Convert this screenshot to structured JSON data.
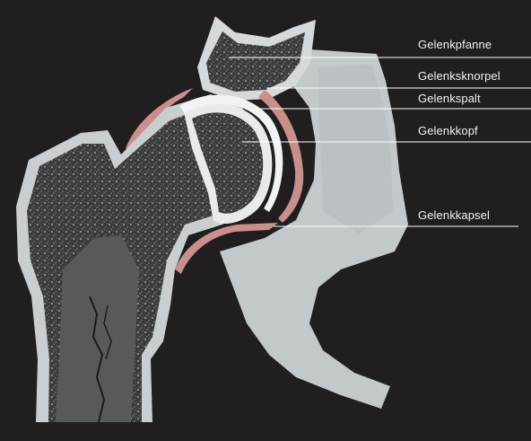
{
  "labels": {
    "pfanne": "Gelenkpfanne",
    "knorpel": "Gelenksknorpel",
    "spalt": "Gelenkspalt",
    "kopf": "Gelenkkopf",
    "kapsel": "Gelenkkapsel"
  },
  "colors": {
    "background": "#201e1f",
    "bone_cortex": "#c9ced1",
    "spongy_bone": "#3a3b3d",
    "marrow": "#575a5c",
    "cartilage": "#e8eaec",
    "capsule": "#c98f8a",
    "pelvis": "#c3c8cb",
    "leader_line": "#ffffff"
  }
}
